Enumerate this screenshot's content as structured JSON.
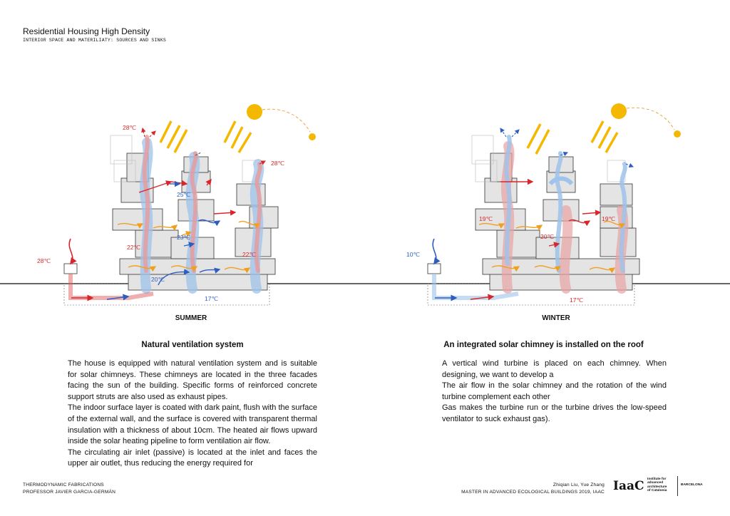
{
  "header": {
    "title": "Residential Housing High Density",
    "subtitle": "INTERIOR SPACE AND MATERILIATY: SOURCES AND SINKS"
  },
  "summer": {
    "caption": "SUMMER",
    "temps": {
      "top_left": "28℃",
      "top_right": "28℃",
      "inlet": "28℃",
      "mid_center": "25℃",
      "lower_center": "23℃",
      "left_low": "22℃",
      "right_low": "22℃",
      "ground": "20℃",
      "basement": "17℃"
    },
    "heading": "Natural ventilation system",
    "paragraphs": [
      "The house is equipped with natural ventilation system and is suitable for solar chimneys. These chimneys are located in the three facades facing the sun of the building.  Specific forms of reinforced concrete support struts are also used as exhaust pipes.",
      "The indoor surface layer is coated with dark paint, flush with the surface of the external wall, and the surface is covered with transparent thermal insulation with a thickness of about 10cm. The heated air flows upward inside the solar heating pipeline to form ventilation air flow.",
      "The circulating air inlet (passive) is located at the inlet and faces the upper air outlet, thus reducing the energy required for"
    ]
  },
  "winter": {
    "caption": "WINTER",
    "temps": {
      "inlet": "10℃",
      "left": "19℃",
      "right": "19℃",
      "center": "20℃",
      "basement": "17℃"
    },
    "heading": "An integrated solar chimney is installed on the roof",
    "paragraphs": [
      "A vertical wind turbine is placed on each chimney.  When designing, we want to develop a",
      "The air flow in the solar chimney and the rotation of the wind turbine complement each other",
      "Gas makes the turbine run or the turbine drives the low-speed ventilator to suck exhaust gas)."
    ]
  },
  "footer": {
    "left_line1": "THERMODYNAMIC FABRICATIONS",
    "left_line2": "PROFESSOR JAVIER GARCIA-GERMÁN",
    "right_line1": "Zhiqian Liu, Yue Zhang",
    "right_line2": "MASTER IN ADVANCED ECOLOGICAL BUILDINGS 2019, IAAC",
    "logo_mark": "IaaC",
    "logo_text": [
      "Institute for",
      "advanced",
      "architecture",
      "of Catalonia"
    ],
    "logo_city": "BARCELONA"
  },
  "colors": {
    "warm": "#d8262b",
    "cool": "#2e5dbf",
    "sun": "#f5b800",
    "building": "#e4e4e4",
    "accent_orange": "#f0a020"
  }
}
